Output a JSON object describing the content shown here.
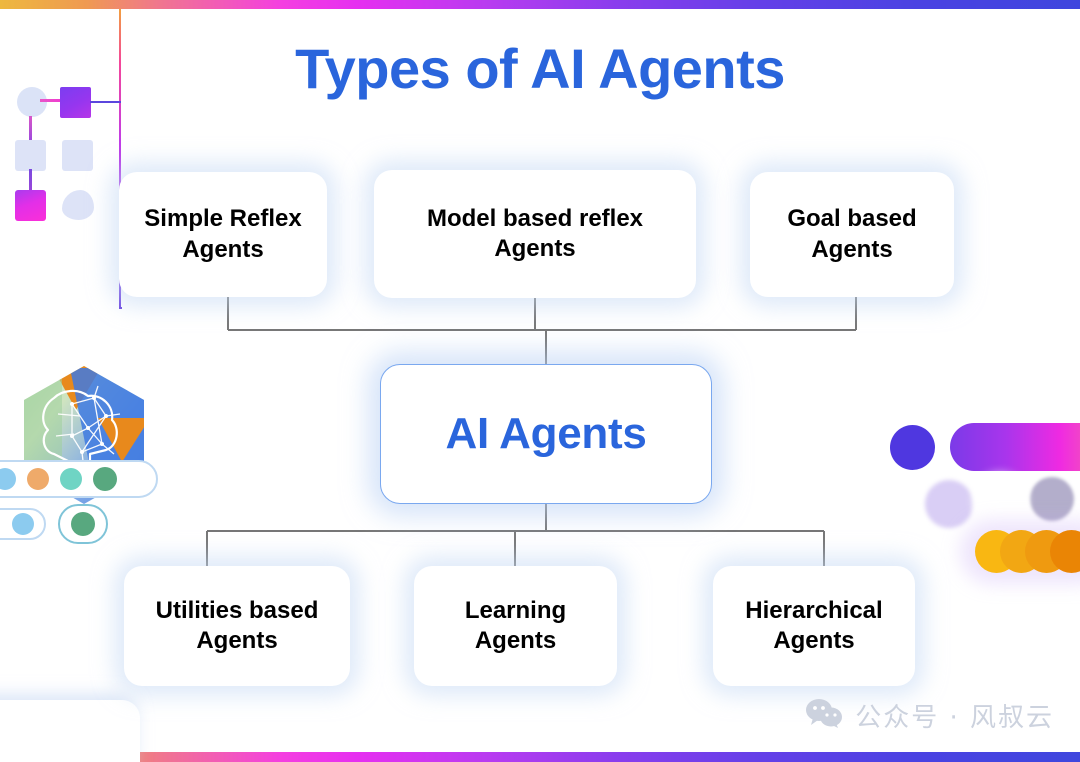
{
  "title": "Types of AI Agents",
  "theme": {
    "title_color": "#2a65dc",
    "center_node_color": "#2a65dc",
    "center_node_border": "#7aa8ef",
    "node_text_color": "#000000",
    "node_background": "#ffffff",
    "connector_color": "#777777",
    "page_background": "#ffffff",
    "watermark_color": "#ccd2de",
    "rail_gradient": [
      "#edb83f",
      "#f43fe0",
      "#8a3ded",
      "#3f46de"
    ]
  },
  "diagram": {
    "type": "tree",
    "center": {
      "label": "AI Agents"
    },
    "top_row": [
      {
        "label": "Simple Reflex\nAgents",
        "line1": "Simple Reflex",
        "line2": "Agents"
      },
      {
        "label": "Model based reflex\nAgents",
        "line1": "Model based reflex",
        "line2": "Agents"
      },
      {
        "label": "Goal based\nAgents",
        "line1": "Goal based",
        "line2": "Agents"
      }
    ],
    "bottom_row": [
      {
        "label": "Utilities based\nAgents",
        "line1": "Utilities based",
        "line2": "Agents"
      },
      {
        "label": "Learning\nAgents",
        "line1": "Learning",
        "line2": "Agents"
      },
      {
        "label": "Hierarchical\nAgents",
        "line1": "Hierarchical",
        "line2": "Agents"
      }
    ]
  },
  "watermark": {
    "icon": "wechat-icon",
    "text": "公众号 · 风叔云"
  },
  "decorations": {
    "top_left": [
      "circle",
      "purple-square",
      "light-square",
      "light-square",
      "magenta-square",
      "blob",
      "gradient-lines"
    ],
    "left": [
      "hexagon-brain-illustration",
      "dot-pill-row",
      "dot-pill-small"
    ],
    "right": [
      "purple-circle",
      "gradient-pill",
      "soft-circles",
      "amber-circles"
    ]
  }
}
